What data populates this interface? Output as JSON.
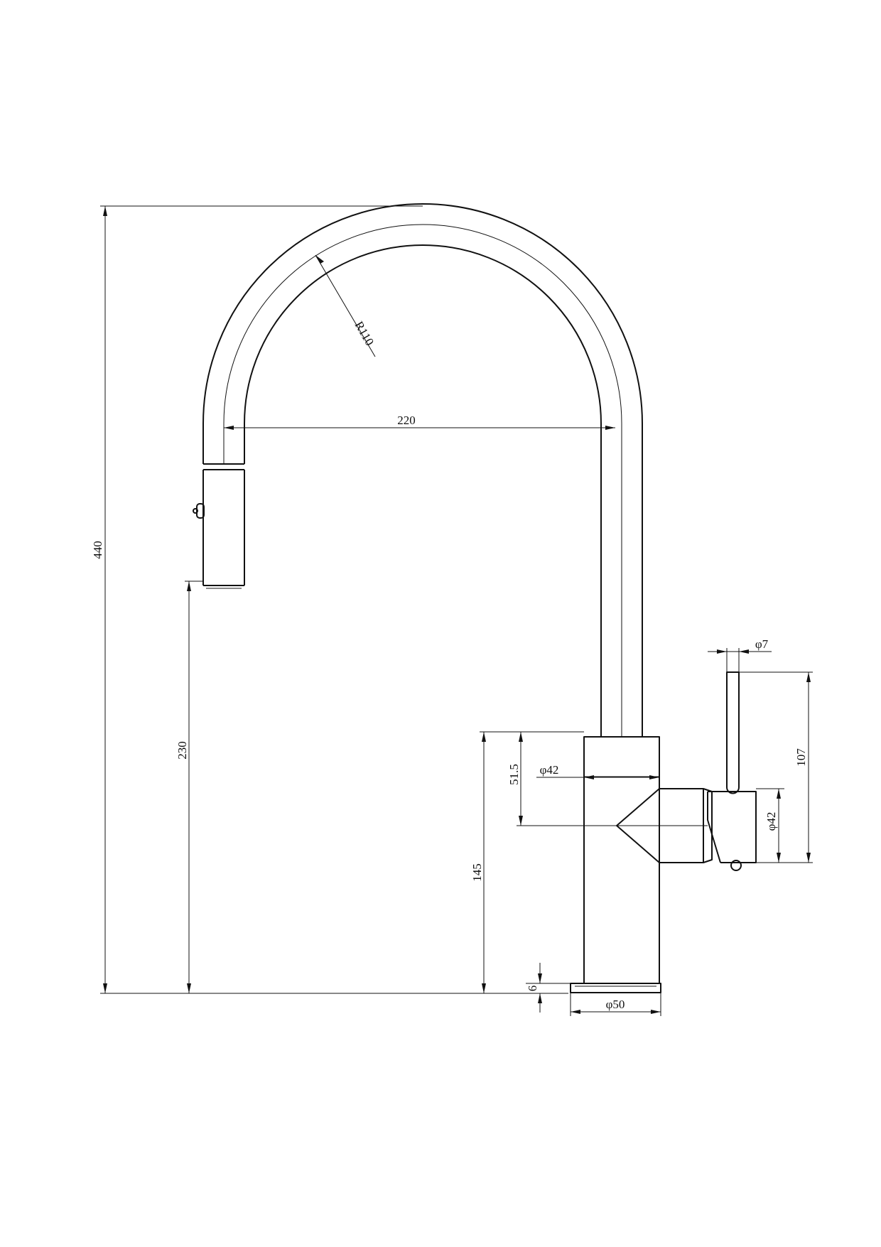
{
  "drawing": {
    "dimensions": {
      "radius": "R110",
      "spout_reach": "220",
      "total_height": "440",
      "outlet_height": "230",
      "body_height": "145",
      "body_diameter": "φ42",
      "body_upper_section": "51.5",
      "handle_diameter": "φ42",
      "lever_diameter": "φ7",
      "lever_height": "107",
      "base_thickness": "6",
      "base_diameter": "φ50"
    },
    "colors": {
      "line": "#111111",
      "background": "#ffffff"
    }
  }
}
